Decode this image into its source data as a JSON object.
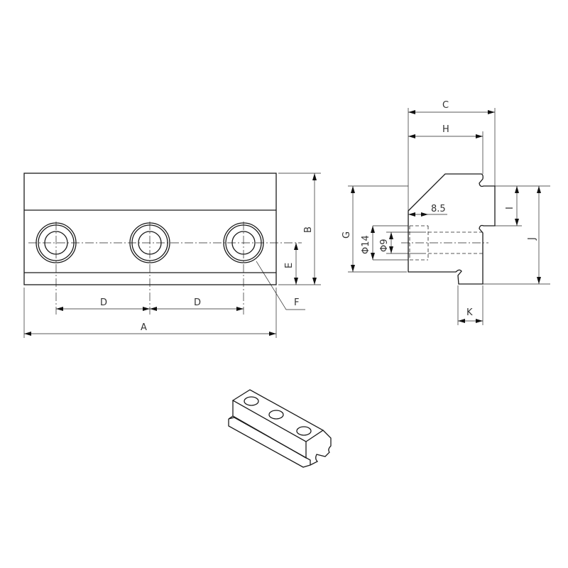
{
  "drawing": {
    "front_view": {
      "labels": {
        "A": "A",
        "B": "B",
        "D1": "D",
        "D2": "D",
        "E": "E",
        "F": "F"
      }
    },
    "side_view": {
      "labels": {
        "C": "C",
        "H": "H",
        "I": "I",
        "J": "J",
        "G": "G",
        "K": "K",
        "counterbore_depth": "8.5",
        "counterbore_diameter": "Φ14",
        "hole_diameter": "Φ9"
      }
    },
    "iso_view": {
      "hole_count": 3
    }
  }
}
